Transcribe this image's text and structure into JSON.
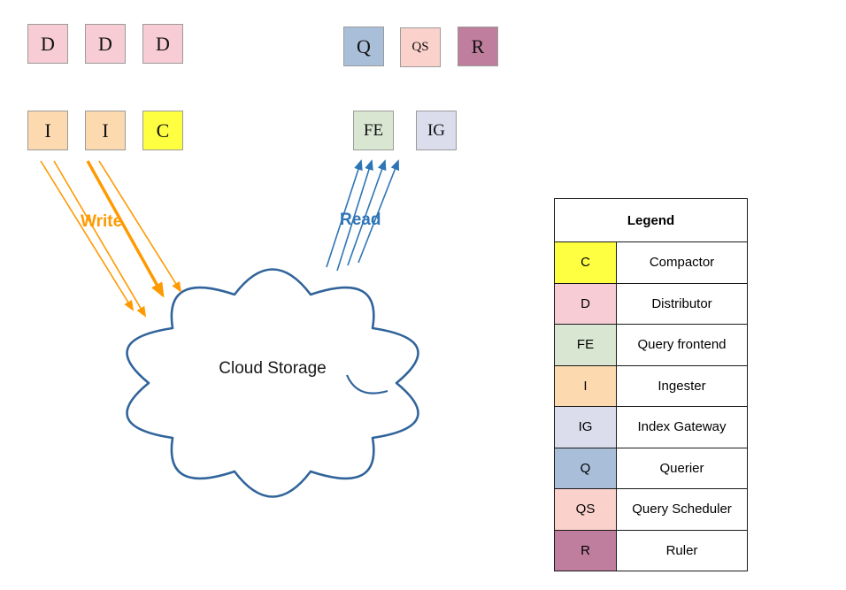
{
  "diagram": {
    "cloud_label": "Cloud Storage",
    "write_label": "Write",
    "read_label": "Read"
  },
  "colors": {
    "write_arrow": "#ff9900",
    "read_arrow": "#2e75b6",
    "cloud_stroke": "#31649b",
    "box_border": "#9b9b9b",
    "table_border": "#1a1a1a"
  },
  "components": {
    "C": {
      "label": "Compactor",
      "color": "#ffff42"
    },
    "D": {
      "label": "Distributor",
      "color": "#f7ccd5"
    },
    "FE": {
      "label": "Query frontend",
      "color": "#d9e7d2"
    },
    "I": {
      "label": "Ingester",
      "color": "#fcd9ae"
    },
    "IG": {
      "label": "Index Gateway",
      "color": "#dbdcec"
    },
    "Q": {
      "label": "Querier",
      "color": "#a9bfd9"
    },
    "QS": {
      "label": "Query Scheduler",
      "color": "#fbd2cb"
    },
    "R": {
      "label": "Ruler",
      "color": "#bf7e9d"
    }
  },
  "nodes": [
    {
      "code": "D"
    },
    {
      "code": "D"
    },
    {
      "code": "D"
    },
    {
      "code": "I"
    },
    {
      "code": "I"
    },
    {
      "code": "C"
    },
    {
      "code": "Q"
    },
    {
      "code": "QS"
    },
    {
      "code": "R"
    },
    {
      "code": "FE"
    },
    {
      "code": "IG"
    }
  ],
  "legend": {
    "title": "Legend",
    "order": [
      "C",
      "D",
      "FE",
      "I",
      "IG",
      "Q",
      "QS",
      "R"
    ]
  }
}
